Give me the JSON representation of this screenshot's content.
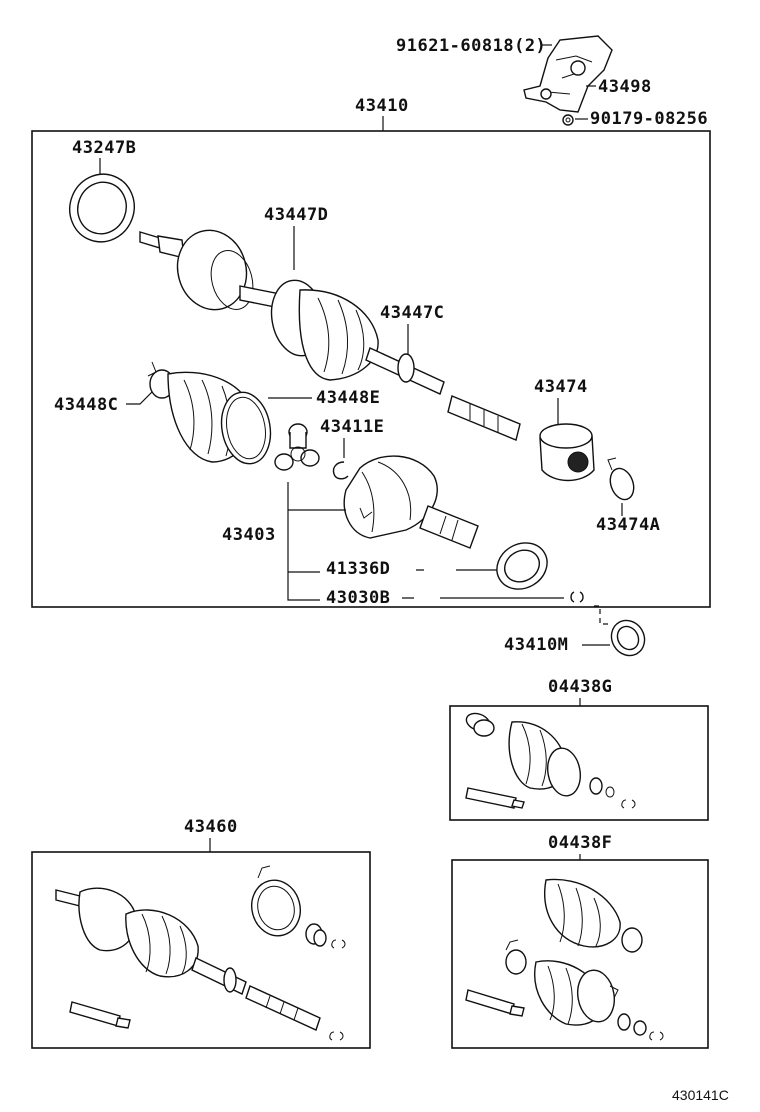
{
  "labels": {
    "l_91621": "91621-60818(2)",
    "l_43498": "43498",
    "l_90179": "90179-08256",
    "l_43410": "43410",
    "l_43247B": "43247B",
    "l_43447D": "43447D",
    "l_43447C": "43447C",
    "l_43448C": "43448C",
    "l_43448E": "43448E",
    "l_43411E": "43411E",
    "l_43474": "43474",
    "l_43474A": "43474A",
    "l_43403": "43403",
    "l_41336D": "41336D",
    "l_43030B": "43030B",
    "l_43410M": "43410M",
    "l_04438G": "04438G",
    "l_43460": "43460",
    "l_04438F": "04438F"
  },
  "ref_code": "430141C"
}
